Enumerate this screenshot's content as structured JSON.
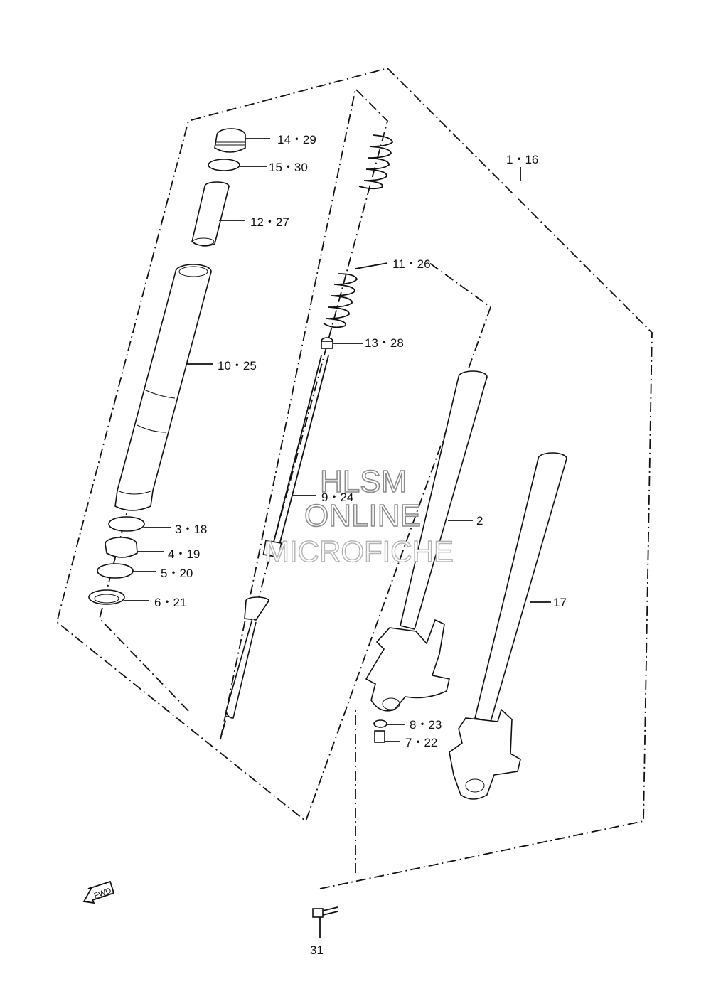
{
  "diagram": {
    "callouts": {
      "c1": "1・16",
      "c2": "2",
      "c3": "3・18",
      "c4": "4・19",
      "c5": "5・20",
      "c6": "6・21",
      "c7": "7・22",
      "c8": "8・23",
      "c9": "9・24",
      "c10": "10・25",
      "c11": "11・26",
      "c12": "12・27",
      "c13": "13・28",
      "c14": "14・29",
      "c15": "15・30",
      "c17": "17",
      "c31": "31"
    },
    "fwd_arrow": "FWD",
    "watermark": {
      "line1": "HLSM",
      "line2": "ONLINE",
      "line3": "MICROFICHE"
    }
  }
}
